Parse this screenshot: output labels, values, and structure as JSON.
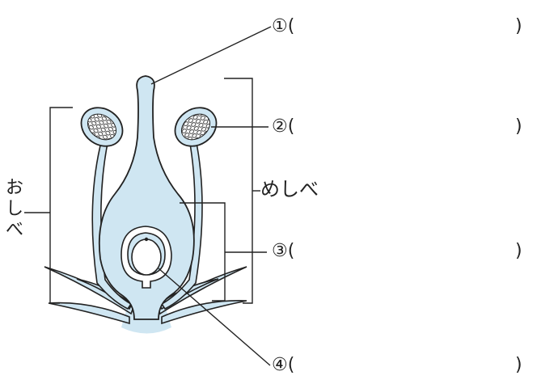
{
  "labels": {
    "blank1": {
      "number": "①",
      "open": "(",
      "close": ")"
    },
    "blank2": {
      "number": "②",
      "open": "(",
      "close": ")"
    },
    "blank3": {
      "number": "③",
      "open": "(",
      "close": ")"
    },
    "blank4": {
      "number": "④",
      "open": "(",
      "close": ")"
    },
    "pistil": "めしべ",
    "stamen": [
      "お",
      "し",
      "べ"
    ]
  },
  "colors": {
    "fill": "#cfe6f2",
    "stroke": "#222222",
    "pollen": "#ffffff"
  }
}
